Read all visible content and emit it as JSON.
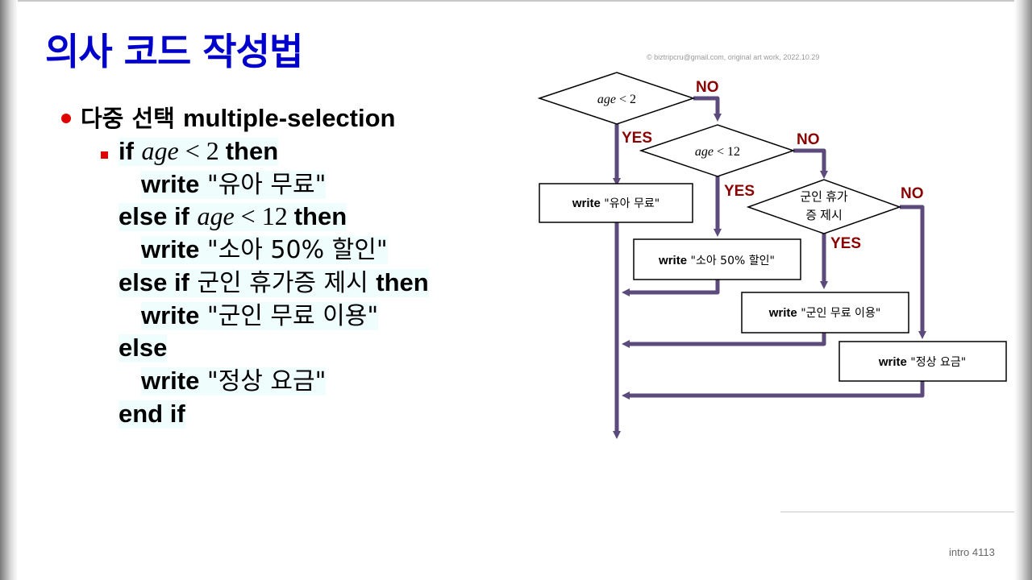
{
  "slide": {
    "title": "의사 코드 작성법",
    "copyright": "© biztripcru@gmail.com, original art work, 2022.10.29",
    "footer": "intro  4113"
  },
  "bullet": {
    "ko": "다중 선택",
    "en": "multiple-selection"
  },
  "code": {
    "if": "if",
    "then": "then",
    "write": "write",
    "else_if": "else if",
    "else": "else",
    "end_if": "end if",
    "age": "age",
    "cond1_rest": " < 2 ",
    "cond2_rest": " < 12 ",
    "cond3": "군인 휴가증 제시 ",
    "msg1": " \"유아 무료\"",
    "msg2": " \"소아 50% 할인\"",
    "msg3": " \"군인 무료 이용\"",
    "msg4": " \"정상 요금\""
  },
  "flowchart": {
    "d1_var": "age",
    "d1_rest": " < 2",
    "d2_var": "age",
    "d2_rest": " < 12",
    "d3_line1": "군인 휴가",
    "d3_line2": "증 제시",
    "yes": "YES",
    "no": "NO",
    "write": "write",
    "box1": " \"유아 무료\"",
    "box2": " \"소아 50% 할인\"",
    "box3": " \"군인 무료 이용\"",
    "box4": " \"정상 요금\"",
    "colors": {
      "arrow": "#5b4a7b",
      "label": "#8b0000",
      "title": "#0000cc",
      "bullet": "#e00000"
    }
  }
}
